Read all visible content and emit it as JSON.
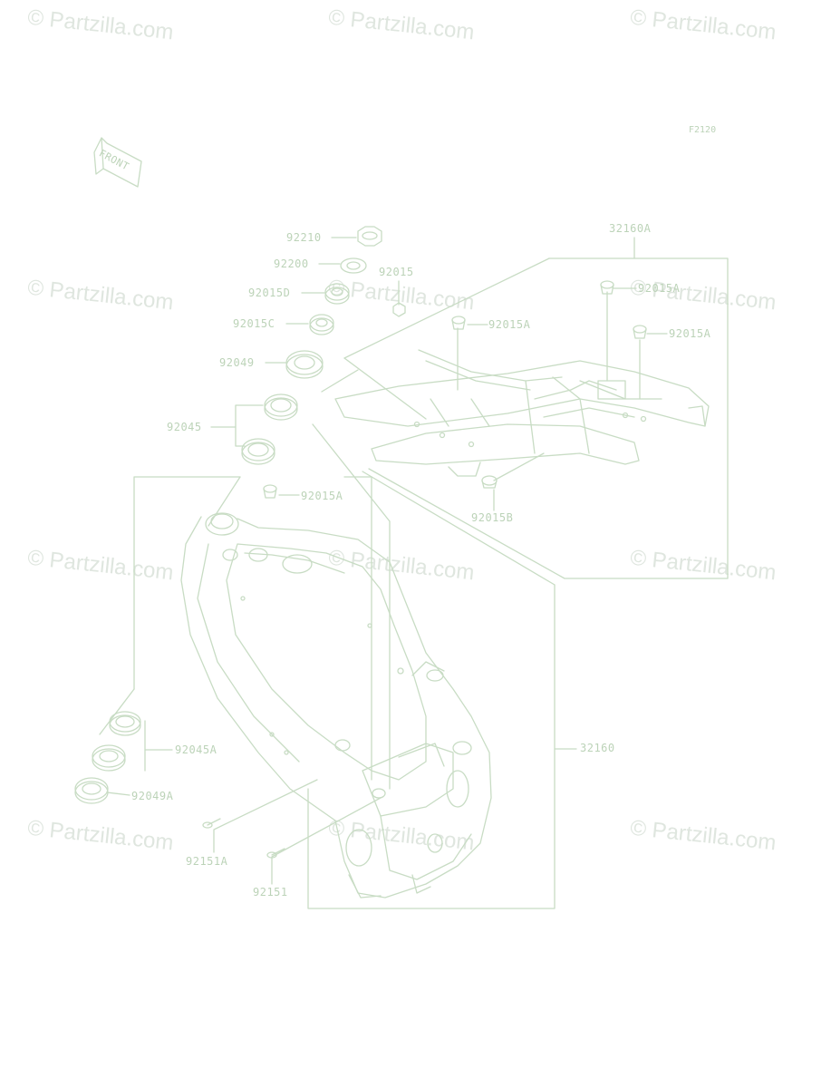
{
  "diagram_ref": "F2120",
  "front_logo_text": "FRONT",
  "watermark_text": "© Partzilla.com",
  "colors": {
    "line": "#c8dcc4",
    "label": "#bcd3b8",
    "watermark": "#dfe6df"
  },
  "parts": {
    "p92210": "92210",
    "p92200": "92200",
    "p92015D": "92015D",
    "p92015C": "92015C",
    "p92049": "92049",
    "p92045": "92045",
    "p92015": "92015",
    "p92015A_top": "92015A",
    "p92015A_mid": "92015A",
    "p92015A_right": "92015A",
    "p92015A_frame": "92015A",
    "p92015B": "92015B",
    "p32160A": "32160A",
    "p32160": "32160",
    "p92045A": "92045A",
    "p92049A": "92049A",
    "p92151A": "92151A",
    "p92151": "92151"
  }
}
